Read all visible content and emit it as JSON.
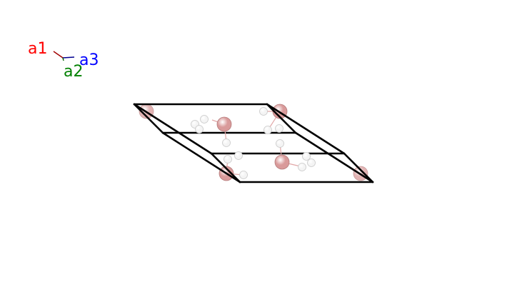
{
  "axes": {
    "a1": {
      "label": "a1",
      "color": "#ff0000"
    },
    "a2": {
      "label": "a2",
      "color": "#008000"
    },
    "a3": {
      "label": "a3",
      "color": "#0000ff"
    }
  },
  "atoms": {
    "heavy_color": "#d99a9a",
    "heavy_edge_color": "#b57c7c",
    "hydrogen_color": "#f4f4f4",
    "hydrogen_edge_color": "#c9c9c9",
    "bond_color": "#e1a7a7"
  },
  "cell": {
    "edge_color": "#000000"
  },
  "background": "#ffffff"
}
